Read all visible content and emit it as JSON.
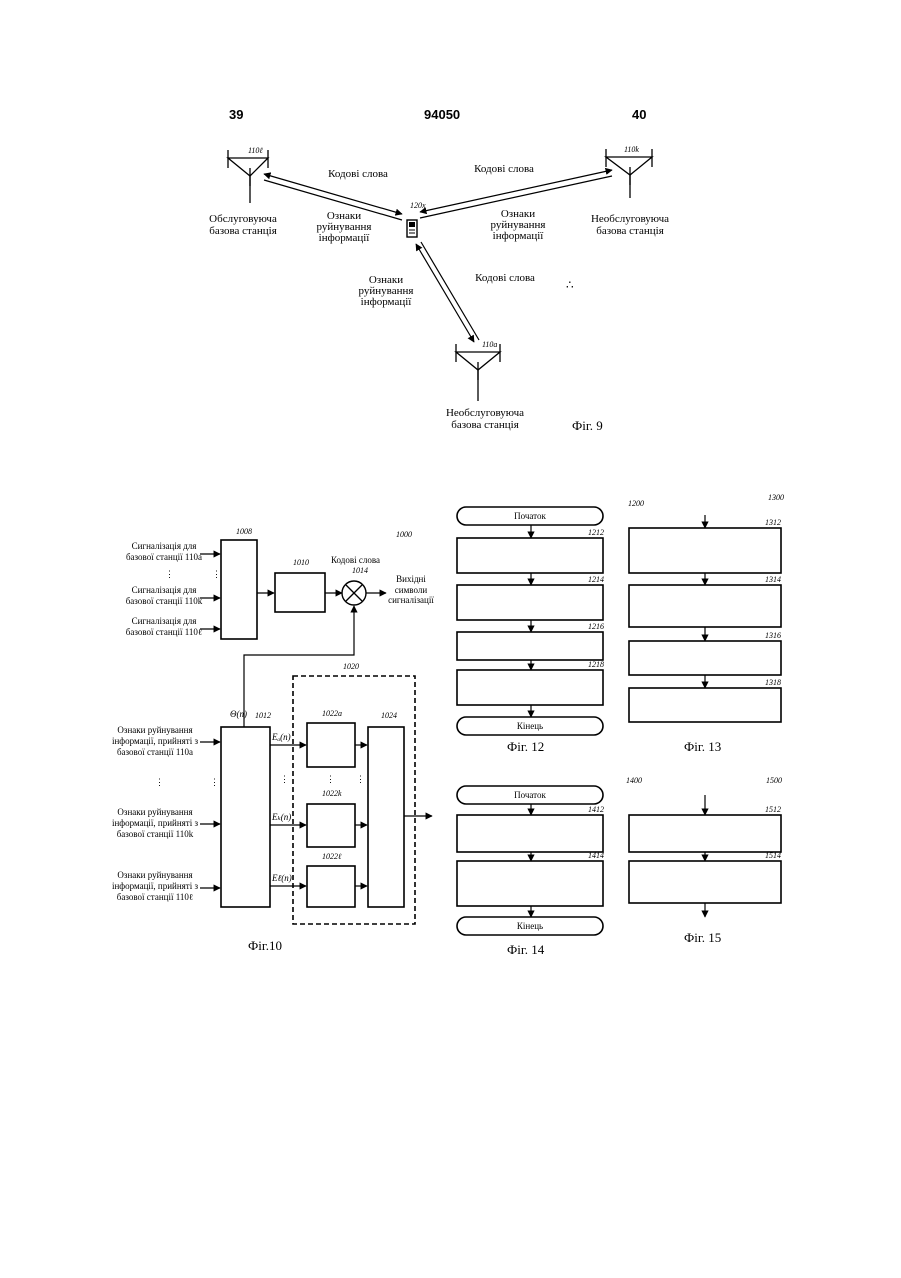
{
  "header": {
    "left_page": "39",
    "doc_number": "94050",
    "right_page": "40"
  },
  "fig9": {
    "caption": "Фіг. 9",
    "stations": [
      {
        "ref": "110ℓ",
        "label_line1": "Обслуговуюча",
        "label_line2": "базова станція"
      },
      {
        "ref": "110k",
        "label_line1": "Необслуговуюча",
        "label_line2": "базова станція"
      },
      {
        "ref": "110a",
        "label_line1": "Необслуговуюча",
        "label_line2": "базова станція"
      }
    ],
    "terminal_ref": "120x",
    "codewords": "Кодові слова",
    "erasure_line1": "Ознаки",
    "erasure_line2": "руйнування",
    "erasure_line3": "інформації"
  },
  "fig10": {
    "caption": "Фіг.10",
    "ref": "1000",
    "inputs_top": [
      {
        "line1": "Сигналізація для",
        "line2": "базової станції 110а"
      },
      {
        "line1": "Сигналізація для",
        "line2": "базової станції 110k"
      },
      {
        "line1": "Сигналізація для",
        "line2": "базової станції 110ℓ"
      }
    ],
    "inputs_bottom": [
      {
        "line1": "Ознаки руйнування",
        "line2": "інформації, прийняті з",
        "line3": "базової станції 110а"
      },
      {
        "line1": "Ознаки руйнування",
        "line2": "інформації, прийняті з",
        "line3": "базової станції 110k"
      },
      {
        "line1": "Ознаки руйнування",
        "line2": "інформації, прийняті з",
        "line3": "базової станції 110ℓ"
      }
    ],
    "codewords": "Кодові слова",
    "output_line1": "Вихідні",
    "output_line2": "символи",
    "output_line3": "сигналізації",
    "theta": "Θ(n)",
    "e_labels": [
      "Eₐ(n)",
      "Eₖ(n)",
      "Eℓ(n)"
    ],
    "refs": {
      "b1008": "1008",
      "b1010": "1010",
      "m1014": "1014",
      "b1012": "1012",
      "g1020": "1020",
      "b1022a": "1022a",
      "b1022k": "1022k",
      "b1022l": "1022ℓ",
      "b1024": "1024"
    }
  },
  "fig12": {
    "ref": "1200",
    "start": "Початок",
    "end": "Кінець",
    "steps": [
      "1212",
      "1214",
      "1216",
      "1218"
    ],
    "caption": "Фіг. 12"
  },
  "fig13": {
    "ref": "1300",
    "steps": [
      "1312",
      "1314",
      "1316",
      "1318"
    ],
    "caption": "Фіг. 13"
  },
  "fig14": {
    "ref": "1400",
    "start": "Початок",
    "end": "Кінець",
    "steps": [
      "1412",
      "1414"
    ],
    "caption": "Фіг. 14"
  },
  "fig15": {
    "ref": "1500",
    "steps": [
      "1512",
      "1514"
    ],
    "caption": "Фіг. 15"
  }
}
